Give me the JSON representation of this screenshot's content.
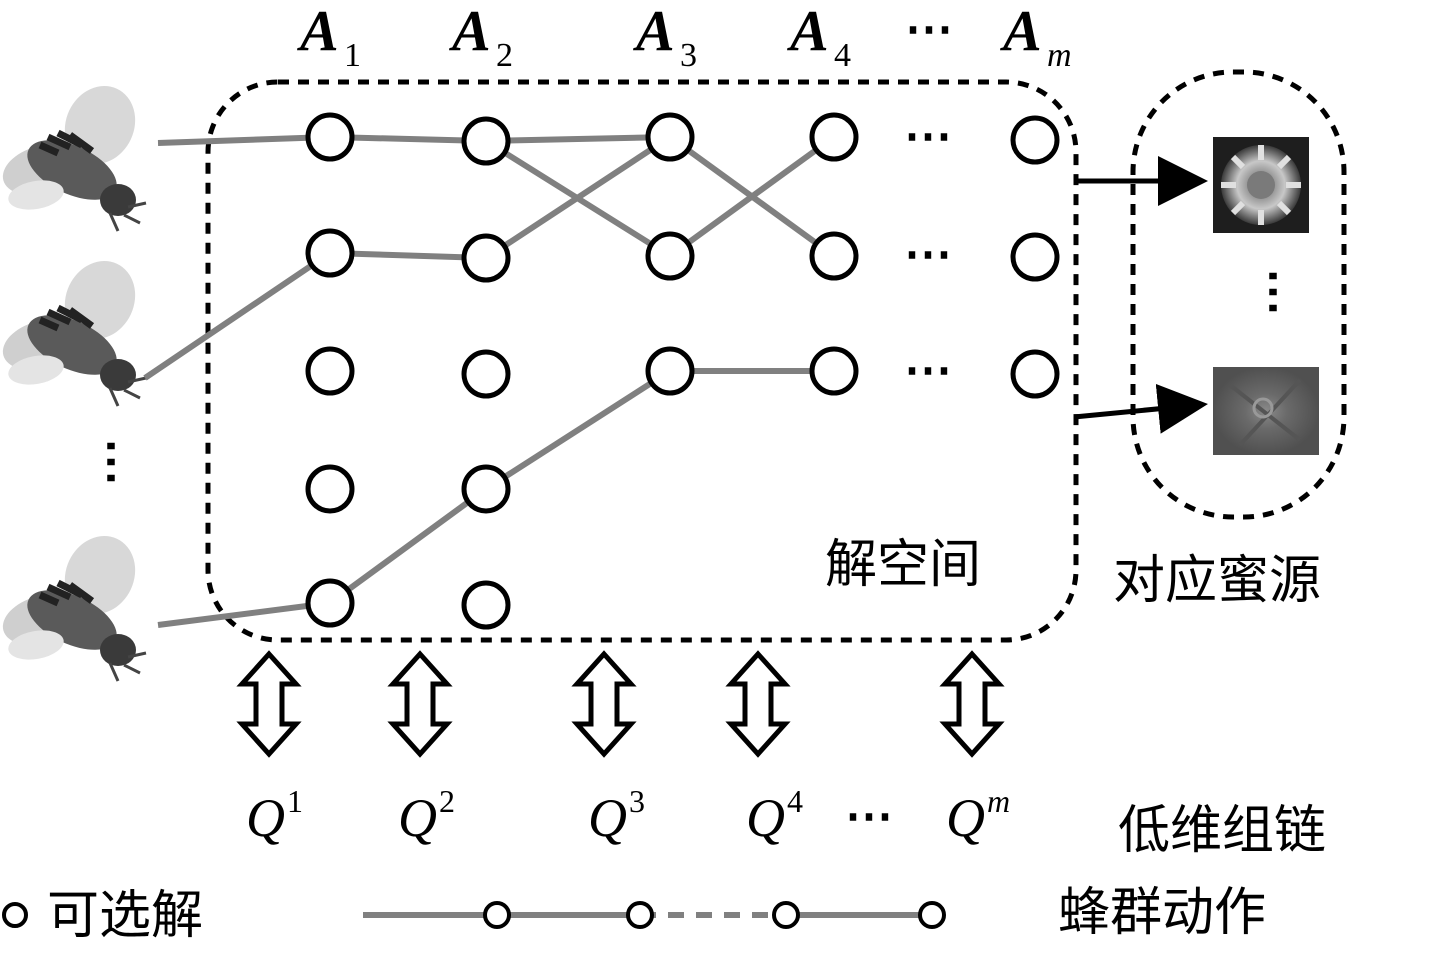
{
  "diagram": {
    "columns": [
      {
        "letter": "A",
        "sub": "1"
      },
      {
        "letter": "A",
        "sub": "2"
      },
      {
        "letter": "A",
        "sub": "3"
      },
      {
        "letter": "A",
        "sub": "4"
      },
      {
        "letter": "A",
        "sub": "m"
      }
    ],
    "column_ellipsis": "⋯",
    "q_labels": [
      {
        "letter": "Q",
        "sup": "1"
      },
      {
        "letter": "Q",
        "sup": "2"
      },
      {
        "letter": "Q",
        "sup": "3"
      },
      {
        "letter": "Q",
        "sup": "4"
      },
      {
        "letter": "Q",
        "sup": "m"
      }
    ],
    "q_ellipsis": "⋯",
    "row_ellipsis": "⋯",
    "solution_space_label": "解空间",
    "honey_source_label": "对应蜜源",
    "low_dim_chain_label": "低维组链",
    "legend": {
      "node_label": "可选解",
      "action_label": "蜂群动作"
    },
    "icons": [
      "bee-icon",
      "flower-icon",
      "honey-source-icon",
      "double-arrow-icon"
    ],
    "colors": {
      "path_line": "#808080",
      "node_stroke": "#000000",
      "background": "#ffffff"
    }
  }
}
